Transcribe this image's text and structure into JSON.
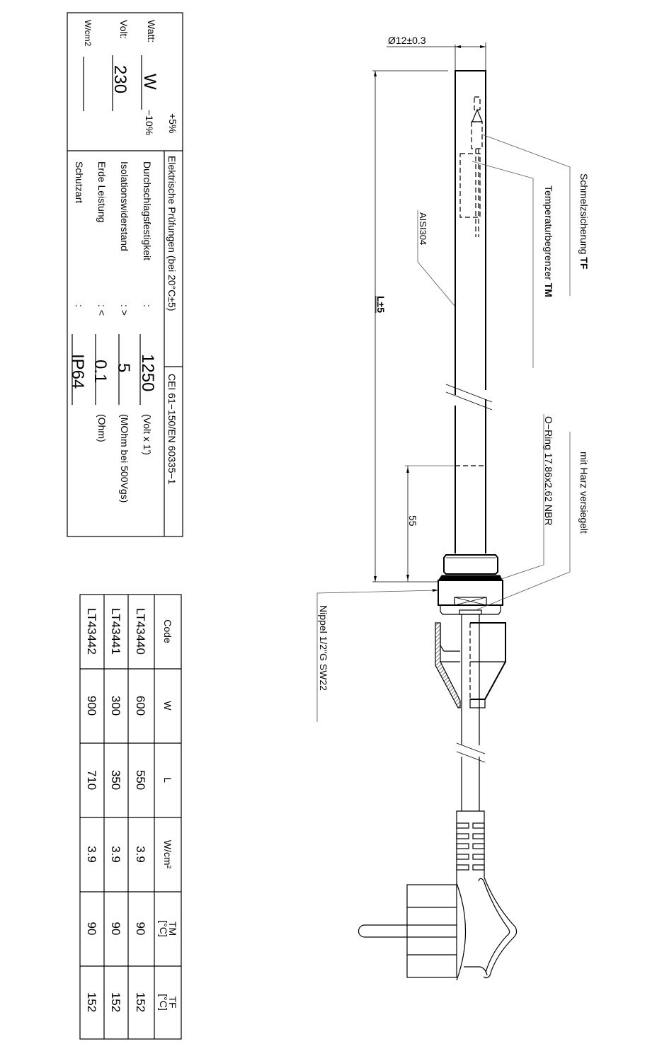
{
  "spec_table": {
    "watt_label": "Watt:",
    "watt_value": "W",
    "tolerance_plus": "+5%",
    "tolerance_minus": "−10%",
    "volt_label": "Volt:",
    "volt_value": "230",
    "wcm2_label": "W/cm2",
    "header_left": "Elektrische Prüfungen (bei 20°C±5)",
    "header_right": "CEI 61−150/EN 60335−1",
    "tests": [
      {
        "label": "Durchschlagsfestigkeit",
        "op": ":",
        "value": "1250",
        "unit": "(Volt x 1')"
      },
      {
        "label": "Isolationswiderstand",
        "op": ": >",
        "value": "5",
        "unit": "(MOhm bei 500Vgs)"
      },
      {
        "label": "Erde Leistung",
        "op": ": <",
        "value": "0.1",
        "unit": "(Ohm)"
      },
      {
        "label": "Schutzart",
        "op": ":",
        "value": "IP64",
        "unit": ""
      }
    ]
  },
  "code_table": {
    "headers": {
      "code": "Code",
      "w": "W",
      "l": "L",
      "wcm2": "W/cm²",
      "tm": {
        "line1": "TM",
        "line2": "[°C]"
      },
      "tf": {
        "line1": "TF",
        "line2": "[°C]"
      }
    },
    "rows": [
      {
        "code": "LT43440",
        "w": "600",
        "l": "550",
        "wcm2": "3.9",
        "tm": "90",
        "tf": "152"
      },
      {
        "code": "LT43441",
        "w": "300",
        "l": "350",
        "wcm2": "3.9",
        "tm": "90",
        "tf": "152"
      },
      {
        "code": "LT43442",
        "w": "900",
        "l": "710",
        "wcm2": "3.9",
        "tm": "90",
        "tf": "152"
      }
    ]
  },
  "drawing": {
    "diameter_dim": "Ø12±0.3",
    "length_dim": "L±5",
    "depth_dim": "55",
    "material": "AISI304",
    "fuse_label": "Schmelzsicherung",
    "fuse_code": "TF",
    "thermostat_label": "Temperaturbegrenzer",
    "thermostat_code": "TM",
    "oring_label": "O−Ring 17.86x2.62 NBR",
    "resin_label": "mit Harz versiegelt",
    "nipple_label": "Nippel 1/2\"G SW22"
  }
}
